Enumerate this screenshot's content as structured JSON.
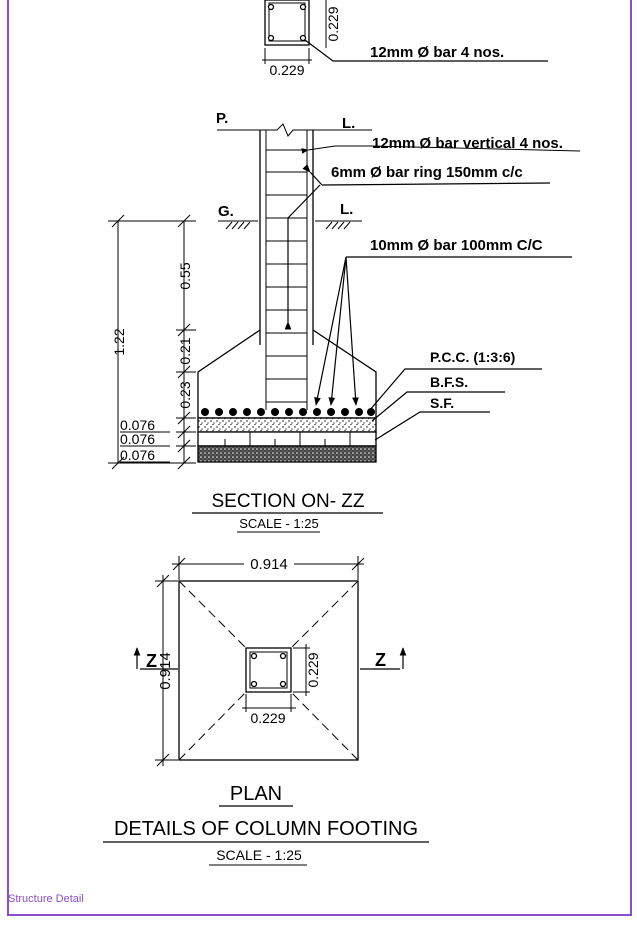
{
  "labels": {
    "top_dim_side": "0.229",
    "top_dim_bottom": "0.229",
    "top_bar_note": "12mm Ø bar 4 nos.",
    "pl_left": "P.",
    "pl_right": "L.",
    "vertical_bars": "12mm Ø bar vertical 4 nos.",
    "ring_bars": "6mm Ø bar ring 150mm c/c",
    "gl_left": "G.",
    "gl_right": "L.",
    "base_bars": "10mm Ø bar 100mm C/C",
    "dim_total": "1.22",
    "dim_upper": "0.55",
    "dim_mid": "0.21",
    "dim_lower": "0.23",
    "dim_l1": "0.076",
    "dim_l2": "0.076",
    "dim_l3": "0.076",
    "pcc": "P.C.C. (1:3:6)",
    "bfs": "B.F.S.",
    "sf": "S.F.",
    "section_title": "SECTION ON- ZZ",
    "section_scale": "SCALE - 1:25",
    "plan_width": "0.914",
    "plan_height": "0.914",
    "plan_col_h": "0.229",
    "plan_col_w": "0.229",
    "z_left": "Z",
    "z_right": "Z",
    "plan_title": "PLAN",
    "main_title": "DETAILS OF COLUMN FOOTING",
    "main_scale": "SCALE - 1:25"
  },
  "footer": "Structure Detail",
  "colors": {
    "frame": "#8a4fc9",
    "ink": "#000000"
  }
}
